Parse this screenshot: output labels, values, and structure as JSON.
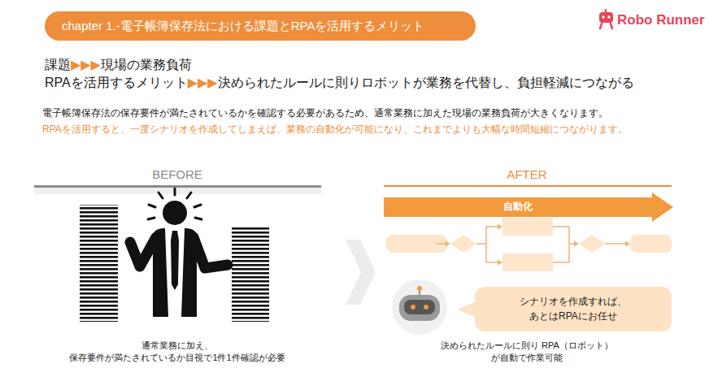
{
  "diagram": {
    "title": "chapter 1.-電子帳簿保存法における課題とRPAを活用するメリット",
    "nodes": [
      {
        "text": [
          "自動化"
        ]
      },
      {
        "text": [
          "シナリオを作成すれば、 あとはRPAにお任せ"
        ]
      }
    ],
    "labels": [
      "Robo Runner",
      "課題",
      "▶▶▶",
      "現場の業務負荷",
      "RPAを活用するメリット",
      "▶▶▶",
      "決められたルールに則りロボットが業務を代替し、負担軽減につながる",
      "電子帳簿保存法の保存要件が満たされているかを確認する必要があるため、通常業務に加えた現場の業務負荷が大きくなります。",
      "RPAを活用すると、一度シナリオを作成してしまえば、業務の自動化が可能になり、これまでよりも大幅な時間短縮につながります。",
      "BEFORE",
      "AFTER",
      "通常業務に加え、 保存要件が満たされているか目視で1件1件確認が必要",
      "決められたルールに則り RPA（ロボット）が自動で作業可能"
    ]
  }
}
